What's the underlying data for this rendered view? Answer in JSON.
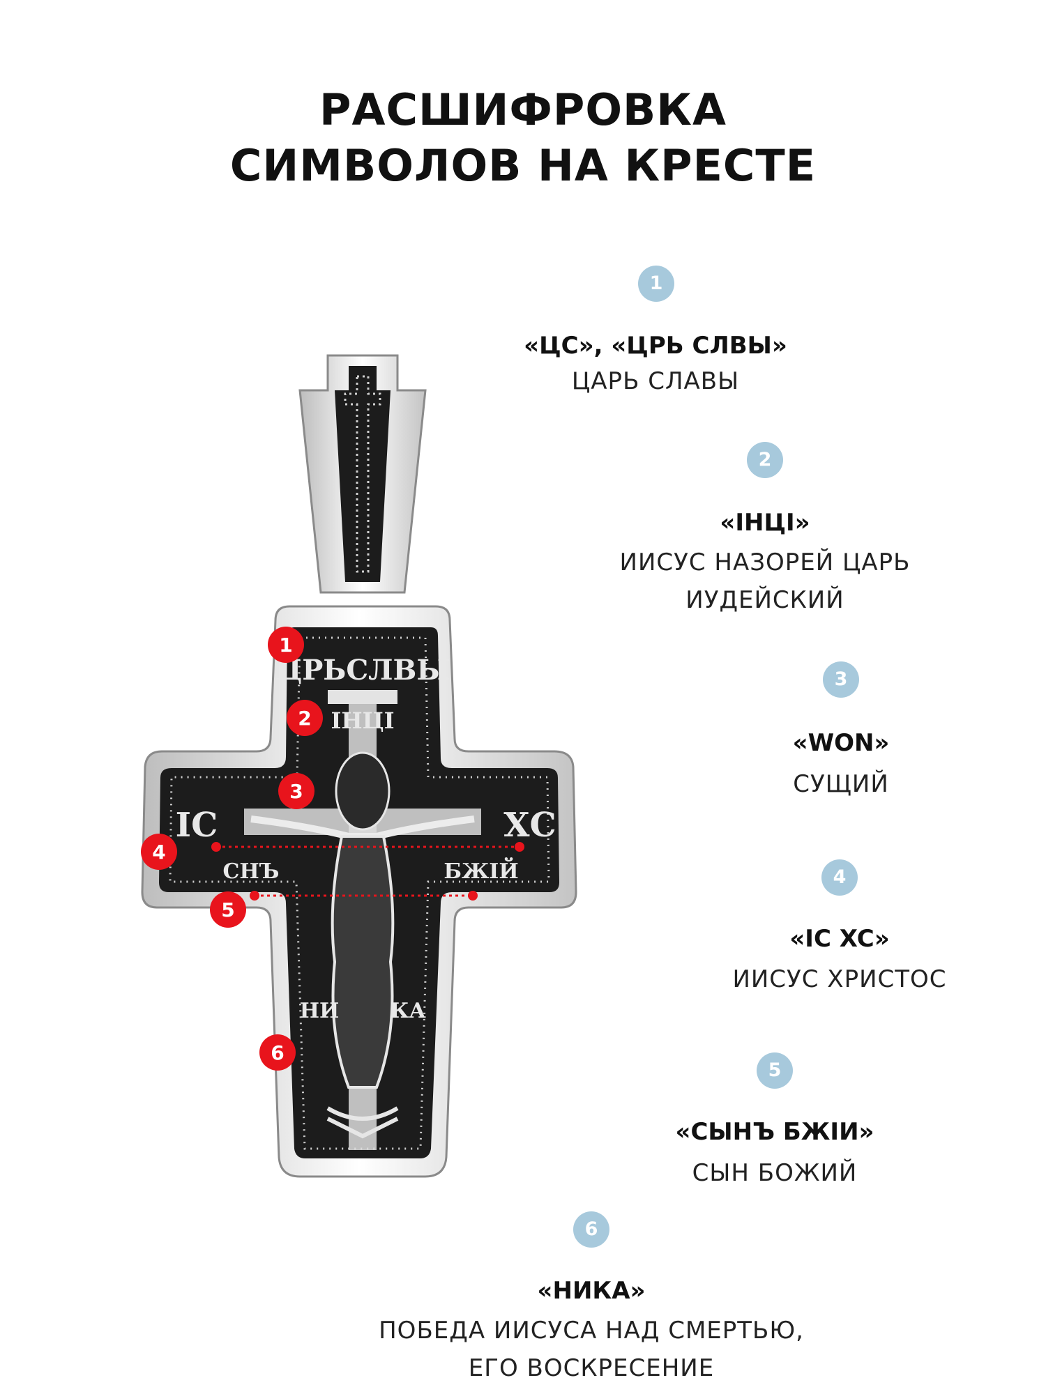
{
  "title": {
    "line1": "РАСШИФРОВКА",
    "line2": "СИМВОЛОВ НА КРЕСТЕ"
  },
  "legend": [
    {
      "num": "1",
      "head": "«ЦС», «ЦРЬ СЛВЫ»",
      "desc": [
        "ЦАРЬ СЛАВЫ"
      ]
    },
    {
      "num": "2",
      "head": "«ІНЦІ»",
      "desc": [
        "ИИСУС НАЗОРЕЙ ЦАРЬ",
        "ИУДЕЙСКИЙ"
      ]
    },
    {
      "num": "3",
      "head": "«WON»",
      "desc": [
        "СУЩИЙ"
      ]
    },
    {
      "num": "4",
      "head": "«IC XC»",
      "desc": [
        "ИИСУС ХРИСТОС"
      ]
    },
    {
      "num": "5",
      "head": "«СЫНЪ БЖІИ»",
      "desc": [
        "СЫН БОЖИЙ"
      ]
    },
    {
      "num": "6",
      "head": "«НИКА»",
      "desc": [
        "ПОБЕДА ИИСУСА НАД СМЕРТЬЮ,",
        "ЕГО ВОСКРЕСЕНИЕ"
      ]
    }
  ],
  "markers": [
    "1",
    "2",
    "3",
    "4",
    "5",
    "6"
  ],
  "engraving": {
    "top": "ЦРЬСЛВЫ",
    "titulus": "ІНЦІ",
    "left_upper": "ІС",
    "right_upper": "ХС",
    "left_lower": "СНЪ",
    "right_lower": "БЖІЙ",
    "bottom_left": "НИ",
    "bottom_right": "КА"
  },
  "colors": {
    "badge": "#a7c9dc",
    "marker": "#e8141c",
    "enamel": "#1c1c1c",
    "silver": "#d9d9d9"
  }
}
